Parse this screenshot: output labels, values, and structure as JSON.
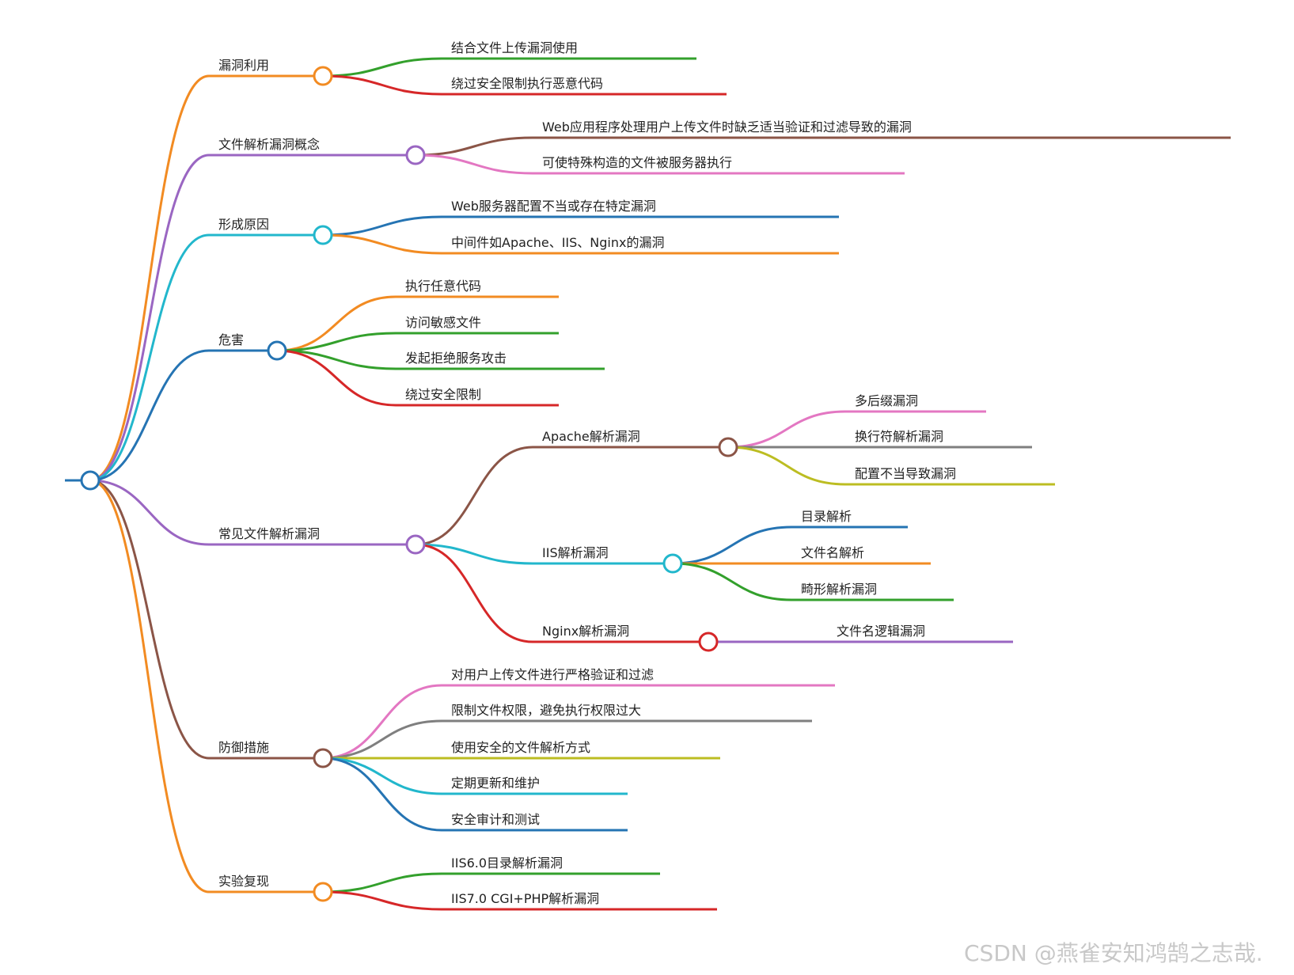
{
  "colors": {
    "orange": "#f28b22",
    "purple": "#9a66c2",
    "cyan": "#22b7cc",
    "blue": "#2574b3",
    "brown": "#8b5547",
    "green": "#33a02c",
    "red": "#d62728",
    "pink": "#e377c2",
    "gray": "#7f7f7f",
    "olive": "#bcbd22"
  },
  "tree": {
    "children": [
      {
        "label": "漏洞利用",
        "color": "orange",
        "children": [
          {
            "label": "结合文件上传漏洞使用",
            "color": "green"
          },
          {
            "label": "绕过安全限制执行恶意代码",
            "color": "red"
          }
        ]
      },
      {
        "label": "文件解析漏洞概念",
        "color": "purple",
        "children": [
          {
            "label": "Web应用程序处理用户上传文件时缺乏适当验证和过滤导致的漏洞",
            "color": "brown"
          },
          {
            "label": "可使特殊构造的文件被服务器执行",
            "color": "pink"
          }
        ]
      },
      {
        "label": "形成原因",
        "color": "cyan",
        "children": [
          {
            "label": "Web服务器配置不当或存在特定漏洞",
            "color": "blue"
          },
          {
            "label": "中间件如Apache、IIS、Nginx的漏洞",
            "color": "orange"
          }
        ]
      },
      {
        "label": "危害",
        "color": "blue",
        "children": [
          {
            "label": "执行任意代码",
            "color": "orange"
          },
          {
            "label": "访问敏感文件",
            "color": "green"
          },
          {
            "label": "发起拒绝服务攻击",
            "color": "green"
          },
          {
            "label": "绕过安全限制",
            "color": "red"
          }
        ]
      },
      {
        "label": "常见文件解析漏洞",
        "color": "purple",
        "children": [
          {
            "label": "Apache解析漏洞",
            "color": "brown",
            "children": [
              {
                "label": "多后缀漏洞",
                "color": "pink"
              },
              {
                "label": "换行符解析漏洞",
                "color": "gray"
              },
              {
                "label": "配置不当导致漏洞",
                "color": "olive"
              }
            ]
          },
          {
            "label": "IIS解析漏洞",
            "color": "cyan",
            "children": [
              {
                "label": "目录解析",
                "color": "blue"
              },
              {
                "label": "文件名解析",
                "color": "orange"
              },
              {
                "label": "畸形解析漏洞",
                "color": "green"
              }
            ]
          },
          {
            "label": "Nginx解析漏洞",
            "color": "red",
            "children": [
              {
                "label": "文件名逻辑漏洞",
                "color": "purple"
              }
            ]
          }
        ]
      },
      {
        "label": "防御措施",
        "color": "brown",
        "children": [
          {
            "label": "对用户上传文件进行严格验证和过滤",
            "color": "pink"
          },
          {
            "label": "限制文件权限，避免执行权限过大",
            "color": "gray"
          },
          {
            "label": "使用安全的文件解析方式",
            "color": "olive"
          },
          {
            "label": "定期更新和维护",
            "color": "cyan"
          },
          {
            "label": "安全审计和测试",
            "color": "blue"
          }
        ]
      },
      {
        "label": "实验复现",
        "color": "orange",
        "children": [
          {
            "label": "IIS6.0目录解析漏洞",
            "color": "green"
          },
          {
            "label": "IIS7.0 CGI+PHP解析漏洞",
            "color": "red"
          }
        ]
      }
    ]
  },
  "watermark": "CSDN @燕雀安知鸿鹄之志哉."
}
